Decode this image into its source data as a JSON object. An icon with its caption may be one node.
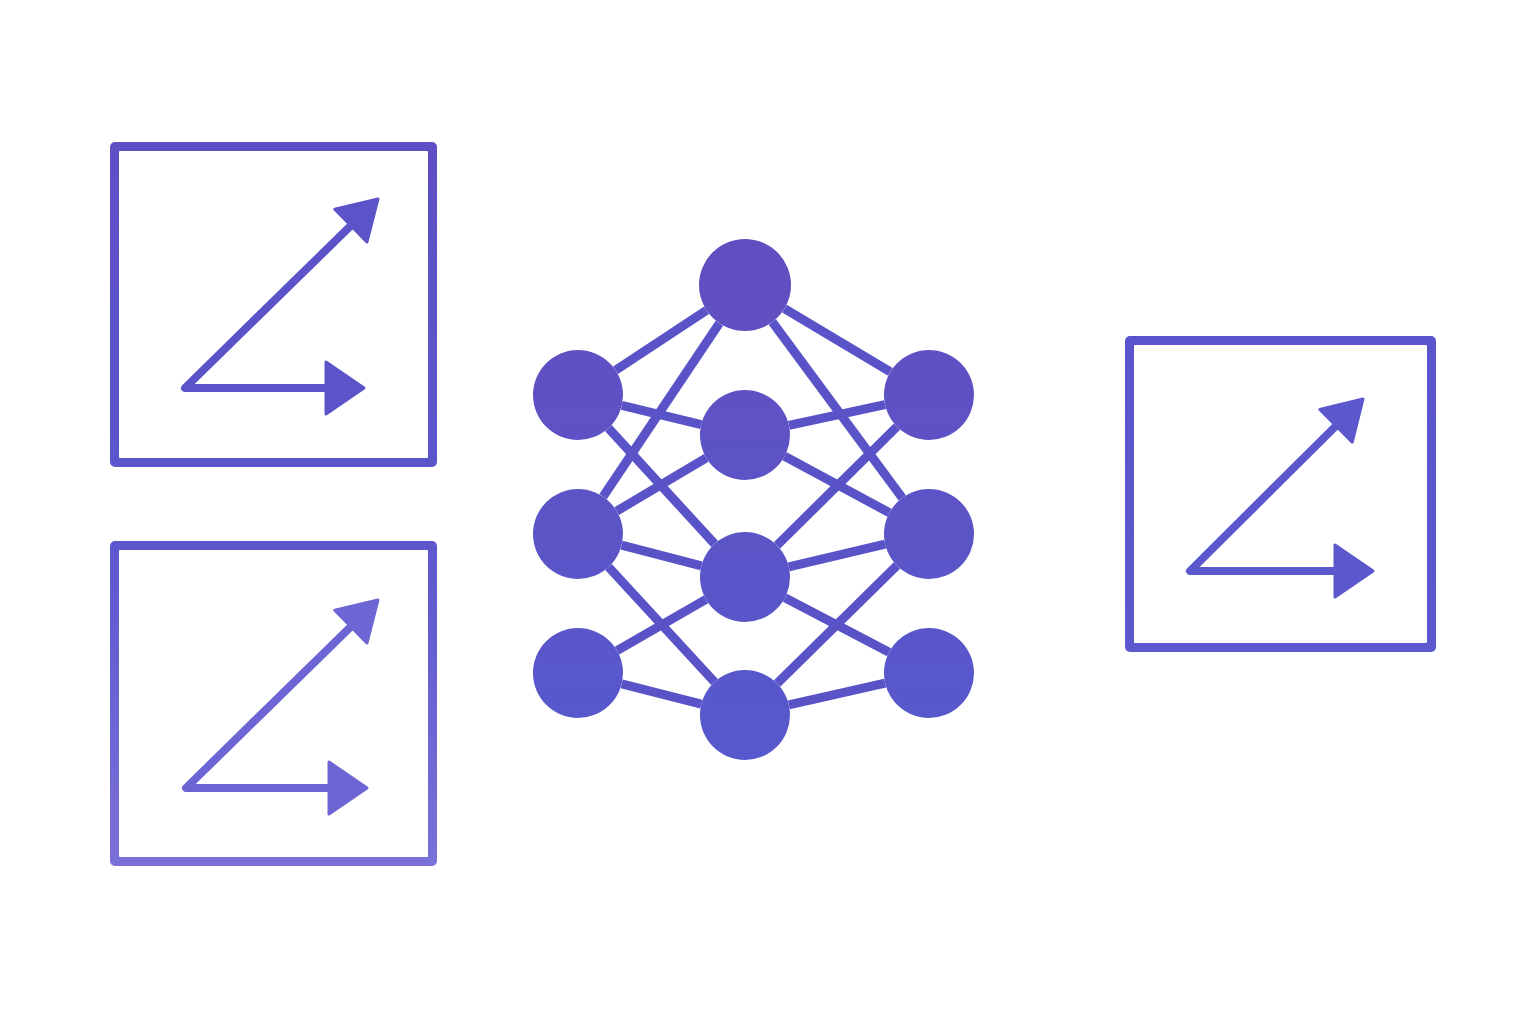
{
  "diagram": {
    "nodes": [
      {
        "text": [],
        "shape": "box"
      },
      {
        "text": [],
        "shape": "box"
      },
      {
        "text": [],
        "shape": "circle"
      },
      {
        "text": [],
        "shape": "circle"
      },
      {
        "text": [],
        "shape": "circle"
      },
      {
        "text": [],
        "shape": "circle"
      },
      {
        "text": [],
        "shape": "circle"
      },
      {
        "text": [],
        "shape": "circle"
      },
      {
        "text": [],
        "shape": "circle"
      },
      {
        "text": [],
        "shape": "circle"
      },
      {
        "text": [],
        "shape": "circle"
      },
      {
        "text": [],
        "shape": "circle"
      },
      {
        "text": [],
        "shape": "box"
      }
    ],
    "edges": [
      {
        "from": 2,
        "to": 5,
        "arrow": "none"
      },
      {
        "from": 2,
        "to": 6,
        "arrow": "none"
      },
      {
        "from": 2,
        "to": 7,
        "arrow": "none"
      },
      {
        "from": 3,
        "to": 5,
        "arrow": "none"
      },
      {
        "from": 3,
        "to": 6,
        "arrow": "none"
      },
      {
        "from": 3,
        "to": 7,
        "arrow": "none"
      },
      {
        "from": 3,
        "to": 8,
        "arrow": "none"
      },
      {
        "from": 4,
        "to": 7,
        "arrow": "none"
      },
      {
        "from": 4,
        "to": 8,
        "arrow": "none"
      },
      {
        "from": 5,
        "to": 9,
        "arrow": "none"
      },
      {
        "from": 5,
        "to": 10,
        "arrow": "none"
      },
      {
        "from": 6,
        "to": 9,
        "arrow": "none"
      },
      {
        "from": 6,
        "to": 10,
        "arrow": "none"
      },
      {
        "from": 7,
        "to": 9,
        "arrow": "none"
      },
      {
        "from": 7,
        "to": 10,
        "arrow": "none"
      },
      {
        "from": 7,
        "to": 11,
        "arrow": "none"
      },
      {
        "from": 8,
        "to": 10,
        "arrow": "none"
      },
      {
        "from": 8,
        "to": 11,
        "arrow": "none"
      }
    ]
  }
}
